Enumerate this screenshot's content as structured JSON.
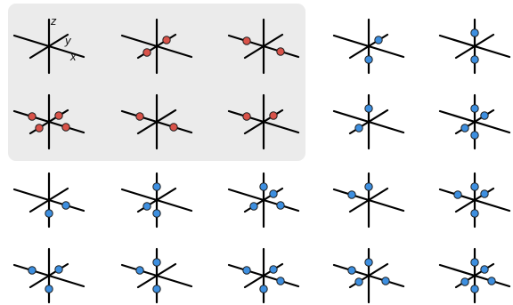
{
  "axis_labels": {
    "z": "z",
    "y": "y",
    "x": "x"
  },
  "colors": {
    "panel_bg": "#ebebeb",
    "axis": "#000000",
    "highlight_dot": "#d9534a",
    "regular_dot": "#3d8fe0",
    "dot_stroke": "#1a1a1a"
  },
  "grid": {
    "rows": 4,
    "cols": 5,
    "highlighted_region": "top-left 2x3"
  },
  "glyphs": [
    {
      "row": 0,
      "col": 0,
      "color": "none",
      "labeled": true,
      "dots": []
    },
    {
      "row": 0,
      "col": 1,
      "color": "red",
      "dots": [
        "+y",
        "-y"
      ]
    },
    {
      "row": 0,
      "col": 2,
      "color": "red",
      "dots": [
        "+x",
        "-x"
      ]
    },
    {
      "row": 0,
      "col": 3,
      "color": "blue",
      "dots": [
        "+y",
        "-z"
      ]
    },
    {
      "row": 0,
      "col": 4,
      "color": "blue",
      "dots": [
        "+z",
        "-z"
      ]
    },
    {
      "row": 1,
      "col": 0,
      "color": "red",
      "dots": [
        "+y",
        "-y",
        "+x",
        "-x"
      ]
    },
    {
      "row": 1,
      "col": 1,
      "color": "red",
      "dots": [
        "+x",
        "-x"
      ]
    },
    {
      "row": 1,
      "col": 2,
      "color": "red",
      "dots": [
        "+y",
        "-x"
      ]
    },
    {
      "row": 1,
      "col": 3,
      "color": "blue",
      "dots": [
        "+z",
        "-y"
      ]
    },
    {
      "row": 1,
      "col": 4,
      "color": "blue",
      "dots": [
        "+z",
        "-z",
        "+y",
        "-y"
      ]
    },
    {
      "row": 2,
      "col": 0,
      "color": "blue",
      "dots": [
        "-z",
        "+x"
      ]
    },
    {
      "row": 2,
      "col": 1,
      "color": "blue",
      "dots": [
        "+z",
        "-z",
        "-y"
      ]
    },
    {
      "row": 2,
      "col": 2,
      "color": "blue",
      "dots": [
        "+z",
        "+y",
        "-y",
        "+x"
      ]
    },
    {
      "row": 2,
      "col": 3,
      "color": "blue",
      "dots": [
        "+z",
        "-x"
      ]
    },
    {
      "row": 2,
      "col": 4,
      "color": "blue",
      "dots": [
        "+z",
        "-z",
        "+y",
        "-x"
      ]
    },
    {
      "row": 3,
      "col": 0,
      "color": "blue",
      "dots": [
        "-z",
        "+y",
        "-x"
      ]
    },
    {
      "row": 3,
      "col": 1,
      "color": "blue",
      "dots": [
        "+z",
        "-z",
        "-x"
      ]
    },
    {
      "row": 3,
      "col": 2,
      "color": "blue",
      "dots": [
        "-z",
        "+y",
        "-x",
        "+x"
      ]
    },
    {
      "row": 3,
      "col": 3,
      "color": "blue",
      "dots": [
        "+z",
        "-y",
        "-x",
        "+x"
      ]
    },
    {
      "row": 3,
      "col": 4,
      "color": "blue",
      "dots": [
        "+z",
        "-z",
        "+y",
        "-y",
        "+x"
      ]
    }
  ]
}
